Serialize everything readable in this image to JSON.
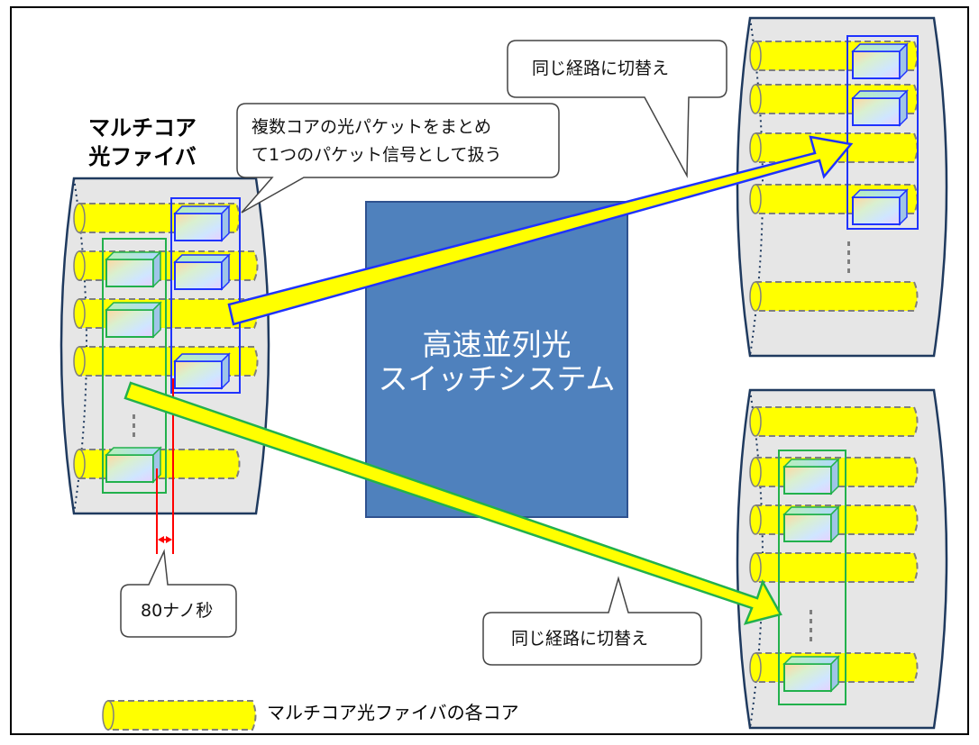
{
  "left_title": {
    "line1": "マルチコア",
    "line2": "光ファイバ"
  },
  "callout_bundle": {
    "line1": "複数コアの光パケットをまとめ",
    "line2": "て1つのパケット信号として扱う"
  },
  "callout_top_right": "同じ経路に切替え",
  "callout_bottom_right": "同じ経路に切替え",
  "callout_timing": "80ナノ秒",
  "switch_label": {
    "line1": "高速並列光",
    "line2": "スイッチシステム"
  },
  "legend": {
    "label": "マルチコア光ファイバの各コア"
  },
  "colors": {
    "core_yellow": "#ffff00",
    "fiber_gray": "#e6e6e6",
    "fiber_border": "#1f3a5f",
    "switch_blue": "#4f81bd",
    "blue_group": "#1f33ff",
    "green_group": "#22b14c",
    "red_marker": "#ff0000"
  },
  "icons": {
    "arrow_blue": "arrow-blue-outline",
    "arrow_green": "arrow-green-outline",
    "packet": "packet-box"
  }
}
